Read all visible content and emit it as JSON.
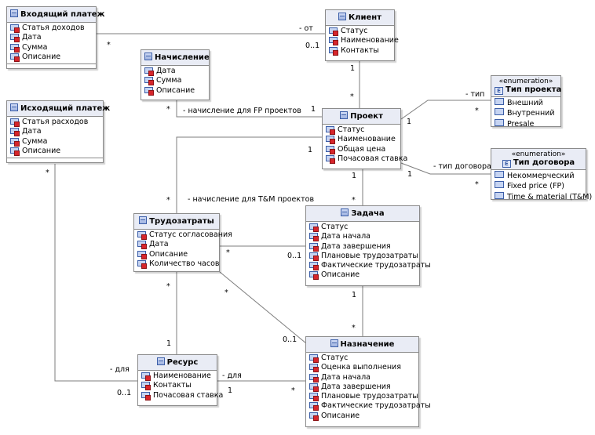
{
  "classes": {
    "incoming": {
      "title": "Входящий платеж",
      "attrs": [
        "Статья доходов",
        "Дата",
        "Сумма",
        "Описание"
      ]
    },
    "client": {
      "title": "Клиент",
      "attrs": [
        "Статус",
        "Наименование",
        "Контакты"
      ]
    },
    "accrual": {
      "title": "Начисление",
      "attrs": [
        "Дата",
        "Сумма",
        "Описание"
      ]
    },
    "outgoing": {
      "title": "Исходящий платеж",
      "attrs": [
        "Статья расходов",
        "Дата",
        "Сумма",
        "Описание"
      ]
    },
    "project": {
      "title": "Проект",
      "attrs": [
        "Статус",
        "Наименование",
        "Общая цена",
        "Почасовая ставка"
      ]
    },
    "task": {
      "title": "Задача",
      "attrs": [
        "Статус",
        "Дата начала",
        "Дата завершения",
        "Плановые трудозатраты",
        "Фактические трудозатраты",
        "Описание"
      ]
    },
    "labor": {
      "title": "Трудозатраты",
      "attrs": [
        "Статус согласования",
        "Дата",
        "Описание",
        "Количество часов"
      ]
    },
    "resource": {
      "title": "Ресурс",
      "attrs": [
        "Наименование",
        "Контакты",
        "Почасовая ставка"
      ]
    },
    "assignment": {
      "title": "Назначение",
      "attrs": [
        "Статус",
        "Оценка выполнения",
        "Дата начала",
        "Дата завершения",
        "Плановые трудозатраты",
        "Фактические трудозатраты",
        "Описание"
      ]
    }
  },
  "enums": {
    "project_type": {
      "stereotype": "«enumeration»",
      "title": "Тип проекта",
      "literals": [
        "Внешний",
        "Внутренний",
        "Presale"
      ]
    },
    "contract_type": {
      "stereotype": "«enumeration»",
      "title": "Тип договора",
      "literals": [
        "Некоммерческий",
        "Fixed price (FP)",
        "Time & material (T&M)"
      ]
    }
  },
  "labels": {
    "from": "- от",
    "fp_accrual": "- начисление для FP проектов",
    "tm_accrual": "- начисление для T&M проектов",
    "type": "- тип",
    "contract": "- тип договора",
    "for_outgoing": "- для",
    "for_assignment": "- для"
  },
  "multiplicities": {
    "incoming_client_a": "*",
    "incoming_client_b": "0..1",
    "client_project_a": "1",
    "client_project_b": "*",
    "accrual_project_a": "*",
    "accrual_project_b": "1",
    "project_type_a": "1",
    "project_type_b": "*",
    "project_contract_a": "1",
    "project_contract_b": "*",
    "project_labor_a": "1",
    "project_labor_b": "*",
    "project_task_a": "1",
    "project_task_b": "*",
    "labor_task_a": "*",
    "labor_task_b": "0..1",
    "task_assign_a": "1",
    "task_assign_b": "*",
    "labor_resource_a": "*",
    "labor_resource_b": "1",
    "labor_assign_a": "*",
    "labor_assign_b": "0..1",
    "outgoing_resource_a": "*",
    "outgoing_resource_b": "0..1",
    "resource_assign_a": "1",
    "resource_assign_b": "*"
  }
}
